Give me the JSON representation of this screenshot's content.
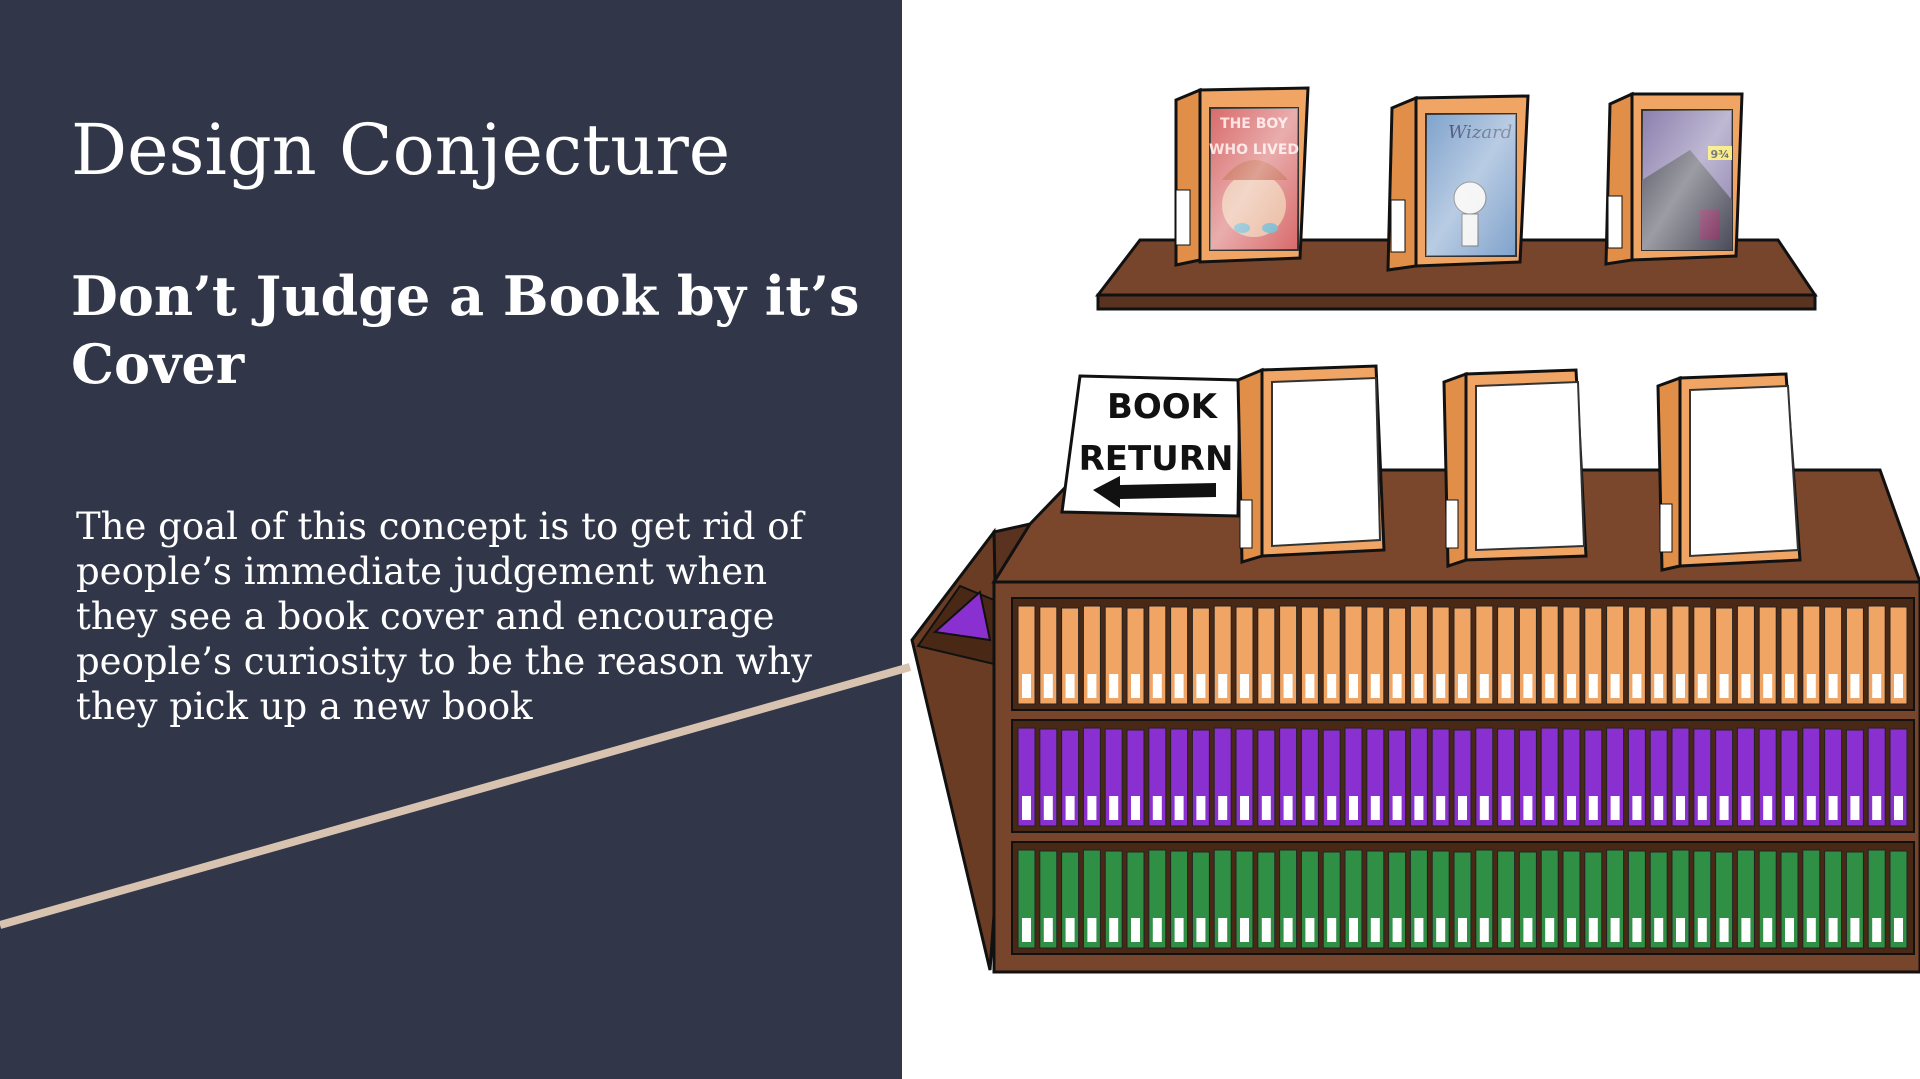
{
  "slide": {
    "title": "Design Conjecture",
    "subtitle": "Don’t Judge a Book by it’s Cover",
    "body": "The goal of this concept is to get rid of people’s immediate judgement when they see a book cover and encourage people’s curiosity to be the reason why they pick up a new book"
  },
  "illustration": {
    "sign_line1": "BOOK",
    "sign_line2": "RETURN",
    "cover1_text": "THE BOY WHO LIVED",
    "cover2_text": "Wizard",
    "cover3_text": "9¾"
  },
  "colors": {
    "panel": "#313649",
    "accent_line": "#d8c3b0",
    "wood": "#76452b",
    "wood_dark": "#4a2816",
    "book_orange": "#f1a564",
    "book_purple": "#8a2fd0",
    "book_green": "#2f8f45"
  }
}
